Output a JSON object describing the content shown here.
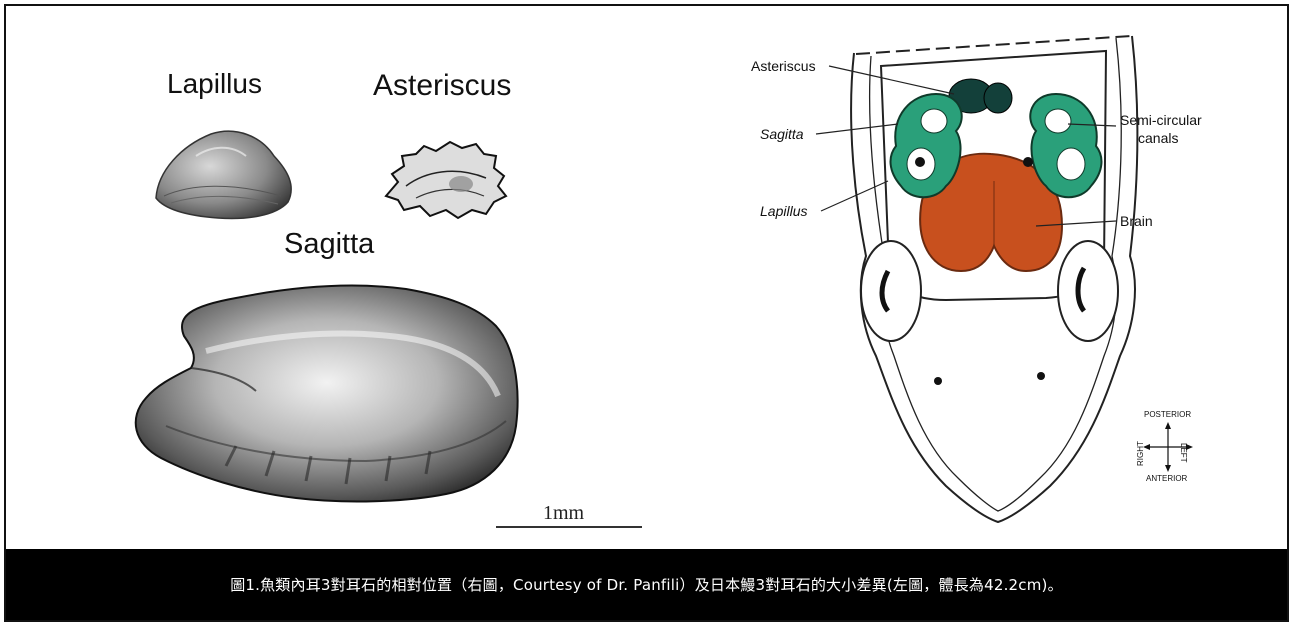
{
  "left_labels": {
    "lapillus": "Lapillus",
    "asteriscus": "Asteriscus",
    "sagitta": "Sagitta",
    "scale": "1mm"
  },
  "diagram_labels": {
    "asteriscus": "Asteriscus",
    "sagitta": "Sagitta",
    "lapillus": "Lapillus",
    "semi_circular": "Semi-circular",
    "canals": "canals",
    "brain": "Brain"
  },
  "compass": {
    "posterior": "POSTERIOR",
    "anterior": "ANTERIOR",
    "left": "LEFT",
    "right": "RIGHT"
  },
  "caption": "圖1.魚類內耳3對耳石的相對位置（右圖，Courtesy of Dr. Panfili）及日本鰻3對耳石的大小差異(左圖，體長為42.2cm)。",
  "colors": {
    "canal_green": "#2aa07a",
    "brain_orange": "#c8501e",
    "caption_bg": "#000000",
    "caption_text": "#ffffff"
  }
}
